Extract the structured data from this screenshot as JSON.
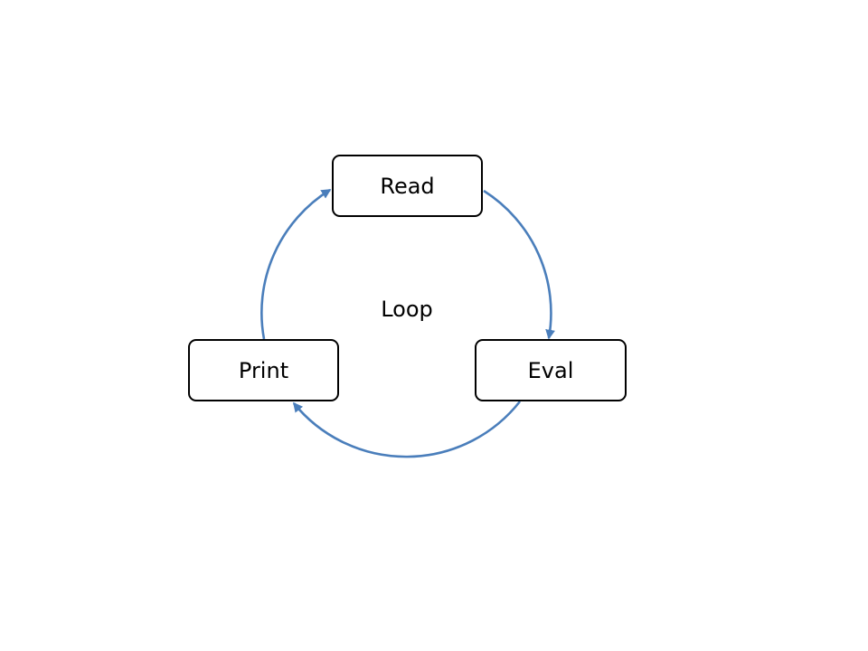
{
  "nodes": {
    "read": "Read",
    "eval": "Eval",
    "print": "Print"
  },
  "center_label": "Loop",
  "colors": {
    "arrow": "#4a7ebb",
    "node_border": "#000000",
    "node_fill": "#ffffff",
    "text": "#000000"
  }
}
